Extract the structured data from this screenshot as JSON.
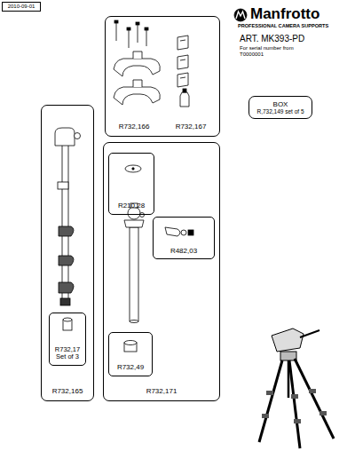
{
  "diagram": {
    "nodes": [
      {
        "text": [
          "2010-09-01"
        ]
      },
      {
        "text": [
          "R732,166",
          "R732,167"
        ]
      },
      {
        "text": [
          "BOX",
          "R,732,149 set of 5"
        ]
      },
      {
        "text": [
          "R732,165"
        ]
      },
      {
        "text": [
          "R732,17 Set of 3"
        ],
        "in": 3
      },
      {
        "text": [
          "R732,171"
        ]
      },
      {
        "text": [
          "R210,28"
        ],
        "in": 5
      },
      {
        "text": [
          "R482,03"
        ],
        "in": 5
      },
      {
        "text": [
          "R732,49"
        ],
        "in": 5
      }
    ],
    "labels": [
      "Manfrotto",
      "PROFESSIONAL CAMERA SUPPORTS",
      "ART. MK393-PD",
      "For serial number from T0000001"
    ]
  }
}
